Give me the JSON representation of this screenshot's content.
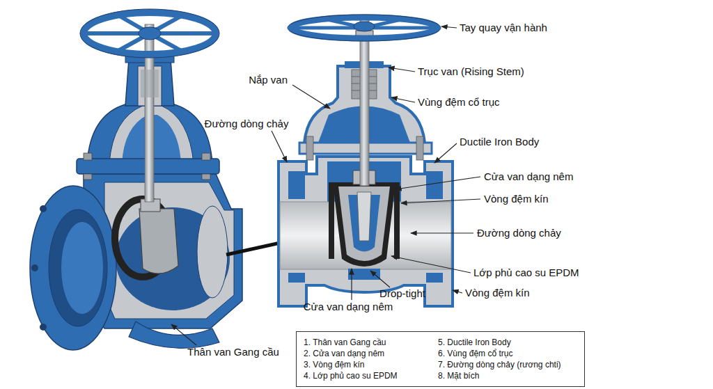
{
  "diagram": {
    "nodes": [
      {
        "text": [
          "1. Thân van Gang cầu",
          "2. Cửa van dạng nêm",
          "3. Vòng đệm kín",
          "4. Lớp phủ cao su EPDM",
          "5. Ductile Iron Body",
          "6. Vùng đệm cổ trục",
          "7. Đường dòng chảy (rương chti)",
          "8. Mặt bích"
        ]
      }
    ],
    "labels": [
      "Tay quay vận hành",
      "Trục van (Rising Stem)",
      "Nắp van",
      "Vùng đệm cổ trục",
      "Đường dòng chảy",
      "Ductile Iron Body",
      "Cửa van dạng nêm",
      "Vòng đệm kín",
      "Đường dòng chảy",
      "Lớp phủ cao su EPDM",
      "Drop-tight",
      "Vòng đệm kín",
      "Cửa van dạng nêm",
      "Thân van Gang cầu"
    ]
  }
}
